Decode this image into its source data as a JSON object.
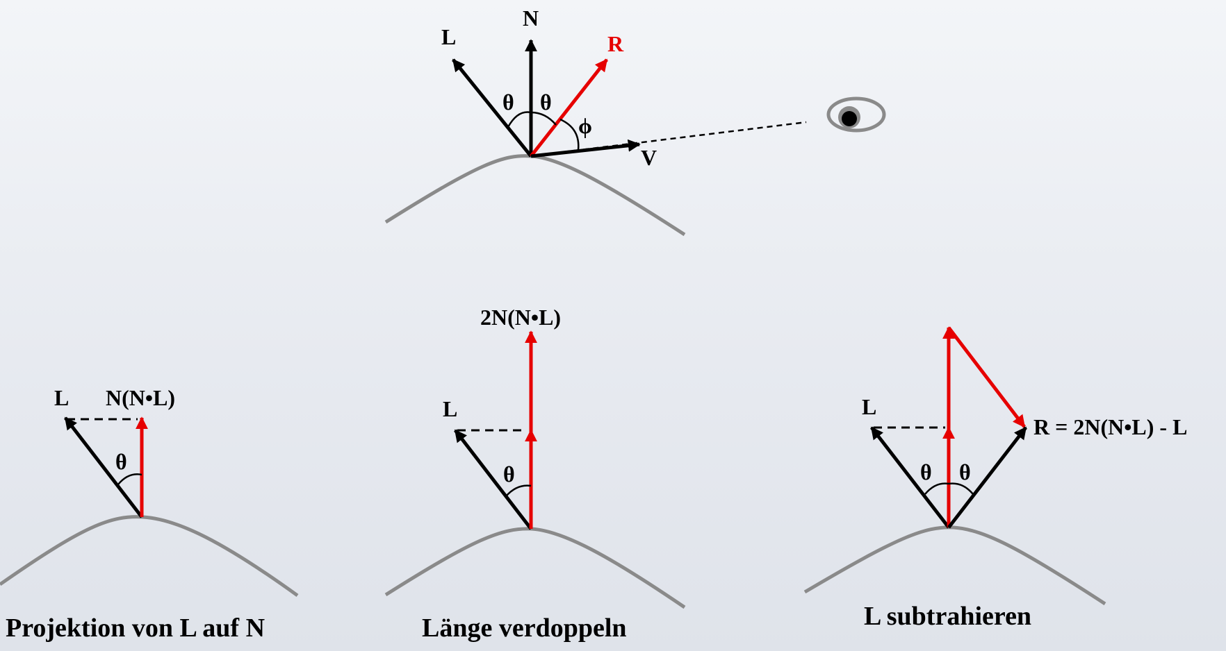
{
  "top": {
    "label_n": "N",
    "label_l": "L",
    "label_r": "R",
    "label_v": "V",
    "theta_left": "θ",
    "theta_right": "θ",
    "phi": "ϕ",
    "eye_icon": "eye-icon"
  },
  "panel1": {
    "label_l": "L",
    "label_proj": "N(N•L)",
    "theta": "θ",
    "caption": "Projektion von L auf N"
  },
  "panel2": {
    "label_top": "2N(N•L)",
    "label_l": "L",
    "theta": "θ",
    "caption": "Länge verdoppeln"
  },
  "panel3": {
    "label_l": "L",
    "label_r": "R = 2N(N•L) - L",
    "theta_left": "θ",
    "theta_right": "θ",
    "caption": "L subtrahieren"
  },
  "colors": {
    "red": "#e60000",
    "black": "#000000",
    "surface": "#8a8a8a",
    "background": "#eceef3"
  }
}
